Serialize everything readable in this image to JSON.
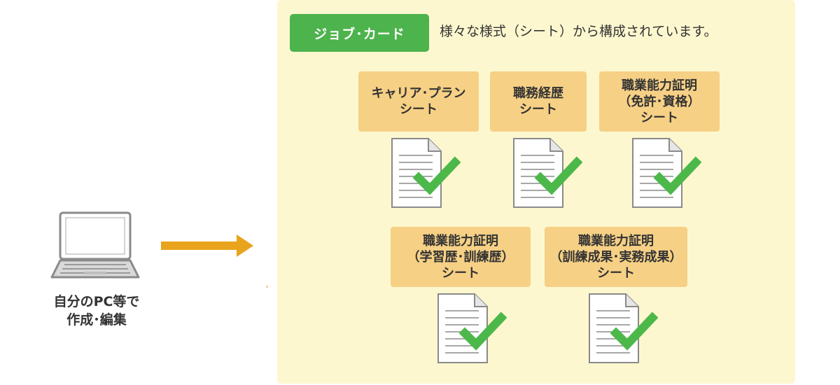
{
  "left": {
    "caption_line1": "自分のPC等で",
    "caption_line2": "作成･編集"
  },
  "panel": {
    "tag_label": "ジョブ･カード",
    "description": "様々な様式（シート）から構成されています。"
  },
  "sheets": [
    {
      "lines": [
        "キャリア･プラン",
        "シート"
      ]
    },
    {
      "lines": [
        "職務経歴",
        "シート"
      ]
    },
    {
      "lines": [
        "職業能力証明",
        "（免許･資格）",
        "シート"
      ]
    },
    {
      "lines": [
        "職業能力証明",
        "（学習歴･訓練歴）",
        "シート"
      ]
    },
    {
      "lines": [
        "職業能力証明",
        "（訓練成果･実務成果）",
        "シート"
      ]
    }
  ],
  "colors": {
    "panel_bg": "#fdf7cf",
    "tag_bg": "#4db34d",
    "sheet_bg": "#f6d085",
    "arrow": "#e8a41c",
    "check": "#4cb84a"
  },
  "icons": {
    "laptop": "laptop-icon",
    "document": "document-icon",
    "check": "checkmark-icon",
    "arrow": "arrow-right-icon"
  }
}
